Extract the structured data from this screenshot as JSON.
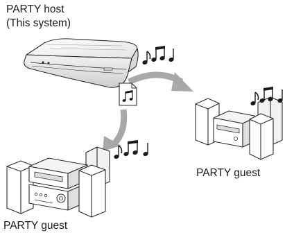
{
  "host": {
    "line1": "PARTY host",
    "line2": "(This system)"
  },
  "guests": {
    "right_label": "PARTY guest",
    "left_label": "PARTY guest"
  },
  "colors": {
    "arrow": "#a8a8a8",
    "device_fill": "#ffffff",
    "device_stroke": "#2a2a2a",
    "device_shade": "#e6e6e6"
  }
}
